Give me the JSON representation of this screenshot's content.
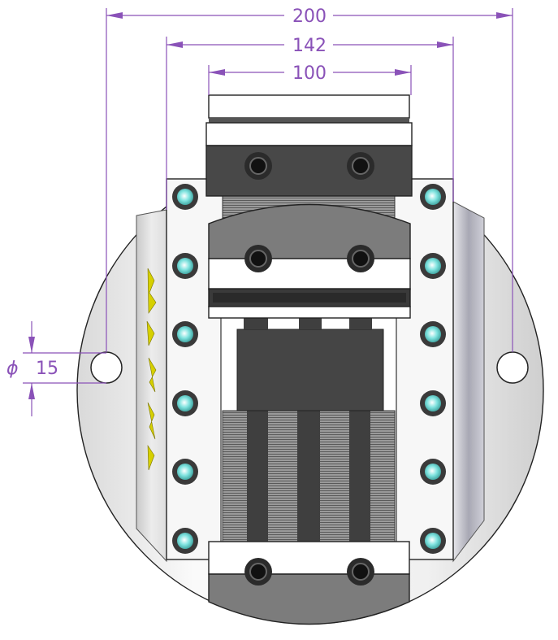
{
  "dimensions": {
    "overall_width": "200",
    "rail_width": "142",
    "jaw_width": "100",
    "hole_diameter": "15",
    "diameter_symbol": "ϕ"
  },
  "colors": {
    "dimension": "#8a52b8",
    "jaw_dark": "#484848",
    "jaw_mid": "#7c7c7c",
    "base_light": "#f2f2f2",
    "rail_shadow": "#b8b8c0",
    "screw_teal": "#5fd4d0",
    "engraving_yellow": "#d6d000"
  },
  "fixture": {
    "side_screw_count_per_rail": 6,
    "jaw_bolt_count_per_block": 2
  }
}
